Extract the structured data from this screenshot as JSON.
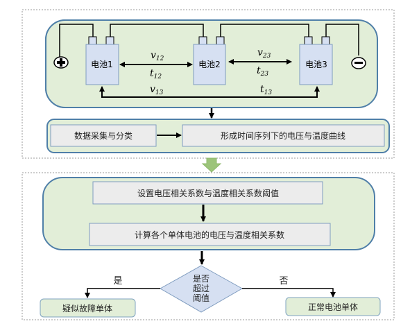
{
  "colors": {
    "panel_fill": "#e2eed8",
    "panel_stroke": "#4f7fa8",
    "battery_fill": "#d6e0f2",
    "box_fill": "#ececec",
    "diamond_fill": "#d6e0f2",
    "arrow_green": "#9cc47a",
    "line": "#000000"
  },
  "top": {
    "batteries": [
      {
        "label": "电池1"
      },
      {
        "label": "电池2"
      },
      {
        "label": "电池3"
      }
    ],
    "terminals": {
      "positive": "+",
      "negative": "−"
    },
    "links": {
      "v12": {
        "base": "v",
        "sub": "12"
      },
      "t12": {
        "base": "t",
        "sub": "12"
      },
      "v23": {
        "base": "v",
        "sub": "23"
      },
      "t23": {
        "base": "t",
        "sub": "23"
      },
      "v13": {
        "base": "v",
        "sub": "13"
      },
      "t13": {
        "base": "t",
        "sub": "13"
      }
    },
    "process": {
      "collect": "数据采集与分类",
      "curves": "形成时间序列下的电压与温度曲线"
    }
  },
  "bottom": {
    "set_threshold": "设置电压相关系数与温度相关系数阈值",
    "compute": "计算各个单体电池的电压与温度相关系数",
    "decision": [
      "是否",
      "超过",
      "阈值"
    ],
    "yes_label": "是",
    "no_label": "否",
    "fault": "疑似故障单体",
    "normal": "正常电池单体"
  }
}
